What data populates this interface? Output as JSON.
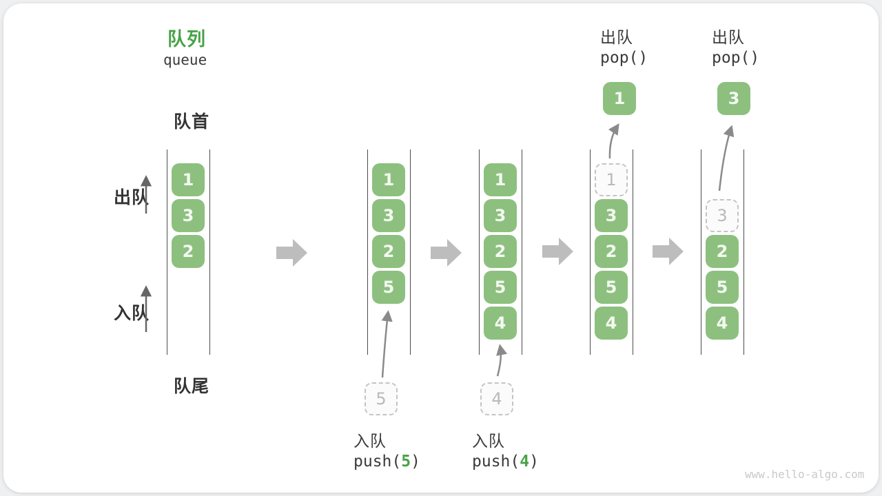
{
  "title": {
    "zh": "队列",
    "en": "queue"
  },
  "side_labels": {
    "front": "队首",
    "dequeue": "出队",
    "enqueue": "入队",
    "rear": "队尾"
  },
  "queue_states": [
    {
      "boxes": [
        {
          "v": "1"
        },
        {
          "v": "3"
        },
        {
          "v": "2"
        }
      ]
    },
    {
      "boxes": [
        {
          "v": "1"
        },
        {
          "v": "3"
        },
        {
          "v": "2"
        },
        {
          "v": "5"
        }
      ],
      "staged": "5"
    },
    {
      "boxes": [
        {
          "v": "1"
        },
        {
          "v": "3"
        },
        {
          "v": "2"
        },
        {
          "v": "5"
        },
        {
          "v": "4"
        }
      ],
      "staged": "4"
    },
    {
      "dashed": "1",
      "boxes": [
        {
          "v": "3"
        },
        {
          "v": "2"
        },
        {
          "v": "5"
        },
        {
          "v": "4"
        }
      ],
      "popped": "1"
    },
    {
      "dashed": "3",
      "boxes": [
        {
          "v": "2"
        },
        {
          "v": "5"
        },
        {
          "v": "4"
        }
      ],
      "popped": "3"
    }
  ],
  "pop_labels": [
    {
      "action": "出队",
      "code": "pop()"
    },
    {
      "action": "出队",
      "code": "pop()"
    }
  ],
  "push_labels": [
    {
      "action": "入队",
      "prefix": "push(",
      "arg": "5",
      "suffix": ")"
    },
    {
      "action": "入队",
      "prefix": "push(",
      "arg": "4",
      "suffix": ")"
    }
  ],
  "watermark": "www.hello-algo.com",
  "colors": {
    "title_green": "#47A348",
    "box_green": "#8DC07F",
    "code_arg_green": "#47A348",
    "flow_arrow_gray": "#BDBDBD",
    "wall_gray": "#4B4B4B"
  }
}
